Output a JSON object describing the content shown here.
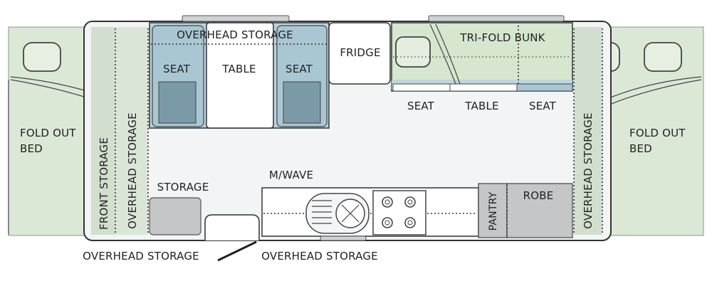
{
  "labels": {
    "overhead_storage_top": "OVERHEAD STORAGE",
    "seat_left": "SEAT",
    "table_left": "TABLE",
    "seat_right_dinette": "SEAT",
    "fridge": "FRIDGE",
    "tri_fold_bunk": "TRI-FOLD BUNK",
    "seat_bunk_left": "SEAT",
    "table_bunk": "TABLE",
    "seat_bunk_right": "SEAT",
    "fold_out_bed_left_line1": "FOLD OUT",
    "fold_out_bed_left_line2": "BED",
    "fold_out_bed_right_line1": "FOLD OUT",
    "fold_out_bed_right_line2": "BED",
    "front_storage": "FRONT STORAGE",
    "overhead_storage_front": "OVERHEAD STORAGE",
    "overhead_storage_rear": "OVERHEAD STORAGE",
    "storage": "STORAGE",
    "mwave": "M/WAVE",
    "pantry": "PANTRY",
    "robe": "ROBE",
    "overhead_storage_bottom_left": "OVERHEAD STORAGE",
    "overhead_storage_bottom_right": "OVERHEAD STORAGE"
  },
  "colors": {
    "bed_green": "#dbe8d6",
    "dinette_blue": "#b8d3de",
    "seat_dark": "#7b9aa8",
    "grey_unit": "#c4c6c8",
    "floor": "#f2f3f4",
    "bunk_green": "#d6e6cf"
  }
}
